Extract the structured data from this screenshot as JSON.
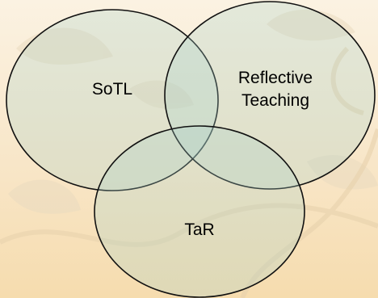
{
  "diagram": {
    "type": "venn",
    "circles": [
      {
        "id": "sotl",
        "label_lines": [
          "SoTL"
        ]
      },
      {
        "id": "reflective-teaching",
        "label_lines": [
          "Reflective",
          "Teaching"
        ]
      },
      {
        "id": "tar",
        "label_lines": [
          "TaR"
        ]
      }
    ]
  },
  "colors": {
    "background_top": "#fbf2e2",
    "background_bottom": "#f6dcae",
    "decoration": "#e9d8bd",
    "circle_fill": "#a4d0c8",
    "circle_stroke": "#111111",
    "text": "#000000"
  }
}
